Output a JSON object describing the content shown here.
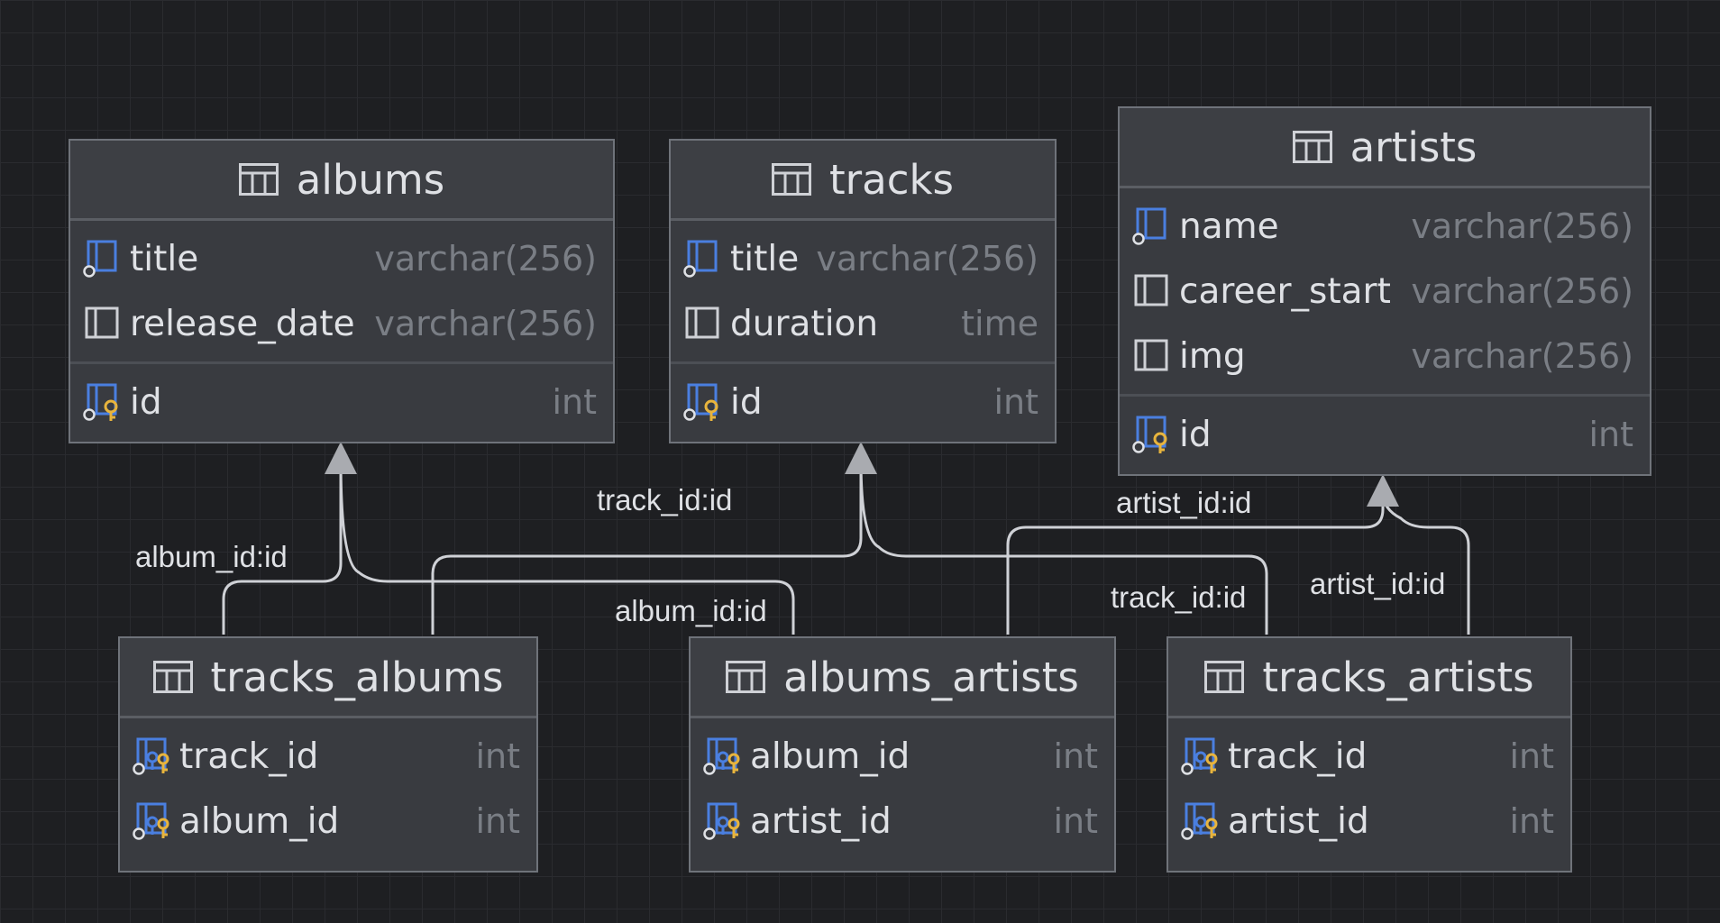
{
  "colors": {
    "background": "#1e1f22",
    "table_body": "#393b40",
    "table_header": "#3d3f44",
    "text": "#dfe1e5",
    "type_text": "#7a7e85",
    "connector": "#cfd1d6",
    "pk_key": "#e8b43d",
    "fk_blue": "#4a7fe0"
  },
  "tables": {
    "albums": {
      "name": "albums",
      "columns": [
        {
          "name": "title",
          "type": "varchar(256)",
          "icon": "column-not-null-icon"
        },
        {
          "name": "release_date",
          "type": "varchar(256)",
          "icon": "column-icon"
        }
      ],
      "keys": [
        {
          "name": "id",
          "type": "int",
          "icon": "primary-key-icon"
        }
      ]
    },
    "tracks": {
      "name": "tracks",
      "columns": [
        {
          "name": "title",
          "type": "varchar(256)",
          "icon": "column-not-null-icon"
        },
        {
          "name": "duration",
          "type": "time",
          "icon": "column-icon"
        }
      ],
      "keys": [
        {
          "name": "id",
          "type": "int",
          "icon": "primary-key-icon"
        }
      ]
    },
    "artists": {
      "name": "artists",
      "columns": [
        {
          "name": "name",
          "type": "varchar(256)",
          "icon": "column-not-null-icon"
        },
        {
          "name": "career_start",
          "type": "varchar(256)",
          "icon": "column-icon"
        },
        {
          "name": "img",
          "type": "varchar(256)",
          "icon": "column-icon"
        }
      ],
      "keys": [
        {
          "name": "id",
          "type": "int",
          "icon": "primary-key-icon"
        }
      ]
    },
    "tracks_albums": {
      "name": "tracks_albums",
      "keys": [
        {
          "name": "track_id",
          "type": "int",
          "icon": "primary-foreign-key-icon"
        },
        {
          "name": "album_id",
          "type": "int",
          "icon": "primary-foreign-key-icon"
        }
      ]
    },
    "albums_artists": {
      "name": "albums_artists",
      "keys": [
        {
          "name": "album_id",
          "type": "int",
          "icon": "primary-foreign-key-icon"
        },
        {
          "name": "artist_id",
          "type": "int",
          "icon": "primary-foreign-key-icon"
        }
      ]
    },
    "tracks_artists": {
      "name": "tracks_artists",
      "keys": [
        {
          "name": "track_id",
          "type": "int",
          "icon": "primary-foreign-key-icon"
        },
        {
          "name": "artist_id",
          "type": "int",
          "icon": "primary-foreign-key-icon"
        }
      ]
    }
  },
  "relations": [
    {
      "label": "album_id:id",
      "from": "tracks_albums",
      "to": "albums"
    },
    {
      "label": "track_id:id",
      "from": "tracks_albums",
      "to": "tracks"
    },
    {
      "label": "album_id:id",
      "from": "albums_artists",
      "to": "albums"
    },
    {
      "label": "artist_id:id",
      "from": "albums_artists",
      "to": "artists"
    },
    {
      "label": "track_id:id",
      "from": "tracks_artists",
      "to": "tracks"
    },
    {
      "label": "artist_id:id",
      "from": "tracks_artists",
      "to": "artists"
    }
  ]
}
